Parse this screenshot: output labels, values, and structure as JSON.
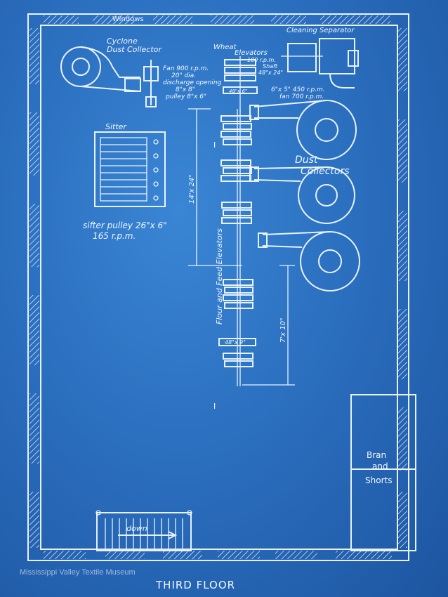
{
  "labels": {
    "windows": "Windows",
    "cyclone_1": "Cyclone",
    "cyclone_2": "Dust Collector",
    "wheat": "Wheat",
    "elevators": "Elevators",
    "elev_rpm": "100 r.p.m.",
    "shaft": "Shaft",
    "shaft_size": "48\"x 24\"",
    "cleaning_separator": "Cleaning Separator",
    "fan_1": "Fan 900 r.p.m.",
    "fan_2": "20\" dia.",
    "fan_3": "discharge opening",
    "fan_4": "8\"x 8\"",
    "fan_5": "pulley 8\"x 6\"",
    "size_48x6": "48\"x 6\"",
    "sep_1": "6\"x 5\"  450 r.p.m.",
    "sep_2": "fan 700 r.p.m.",
    "sitter": "Sitter",
    "sitter_pulley_1": "sifter pulley  26\"x 6\"",
    "sitter_pulley_2": "165 r.p.m.",
    "dust": "Dust",
    "collectors": "Collectors",
    "flour_feed": "Flour and Feed Elevators",
    "dim_top": "14'x 24\"",
    "dim_bottom": "7'x 10\"",
    "size_48x9": "48\"x 9\"",
    "marker_i": "I",
    "marker_i2": "I",
    "down": "down",
    "bran": "Bran",
    "and": "and",
    "shorts": "Shorts",
    "third_floor": "THIRD FLOOR",
    "watermark": "Mississippi Valley Textile Museum"
  }
}
